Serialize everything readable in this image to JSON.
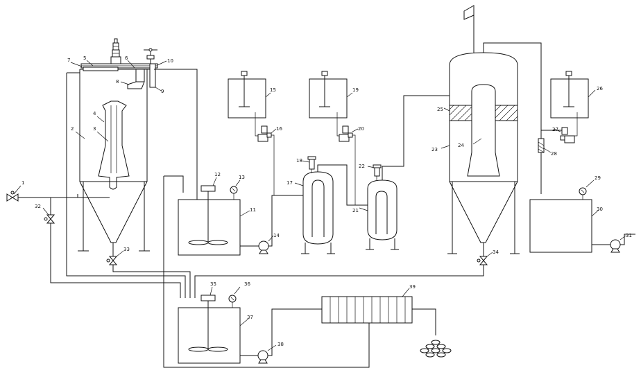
{
  "diagram": {
    "callouts": [
      {
        "id": "c1",
        "text": "1"
      },
      {
        "id": "c2",
        "text": "2"
      },
      {
        "id": "c3",
        "text": "3"
      },
      {
        "id": "c4",
        "text": "4"
      },
      {
        "id": "c5",
        "text": "5"
      },
      {
        "id": "c6",
        "text": "6"
      },
      {
        "id": "c7",
        "text": "7"
      },
      {
        "id": "c8",
        "text": "8"
      },
      {
        "id": "c9",
        "text": "9"
      },
      {
        "id": "c10",
        "text": "10"
      },
      {
        "id": "c11",
        "text": "11"
      },
      {
        "id": "c12",
        "text": "12"
      },
      {
        "id": "c13",
        "text": "13"
      },
      {
        "id": "c14",
        "text": "14"
      },
      {
        "id": "c15",
        "text": "15"
      },
      {
        "id": "c16",
        "text": "16"
      },
      {
        "id": "c17",
        "text": "17"
      },
      {
        "id": "c18",
        "text": "18"
      },
      {
        "id": "c19",
        "text": "19"
      },
      {
        "id": "c20",
        "text": "20"
      },
      {
        "id": "c21",
        "text": "21"
      },
      {
        "id": "c22",
        "text": "22"
      },
      {
        "id": "c23",
        "text": "23"
      },
      {
        "id": "c24",
        "text": "24"
      },
      {
        "id": "c25",
        "text": "25"
      },
      {
        "id": "c26",
        "text": "26"
      },
      {
        "id": "c27",
        "text": "27"
      },
      {
        "id": "c28",
        "text": "28"
      },
      {
        "id": "c29",
        "text": "29"
      },
      {
        "id": "c30",
        "text": "30"
      },
      {
        "id": "c31",
        "text": "31"
      },
      {
        "id": "c32",
        "text": "32"
      },
      {
        "id": "c33",
        "text": "33"
      },
      {
        "id": "c34",
        "text": "34"
      },
      {
        "id": "c35",
        "text": "35"
      },
      {
        "id": "c36",
        "text": "36"
      },
      {
        "id": "c37",
        "text": "37"
      },
      {
        "id": "c38",
        "text": "38"
      },
      {
        "id": "c39",
        "text": "39"
      }
    ]
  }
}
